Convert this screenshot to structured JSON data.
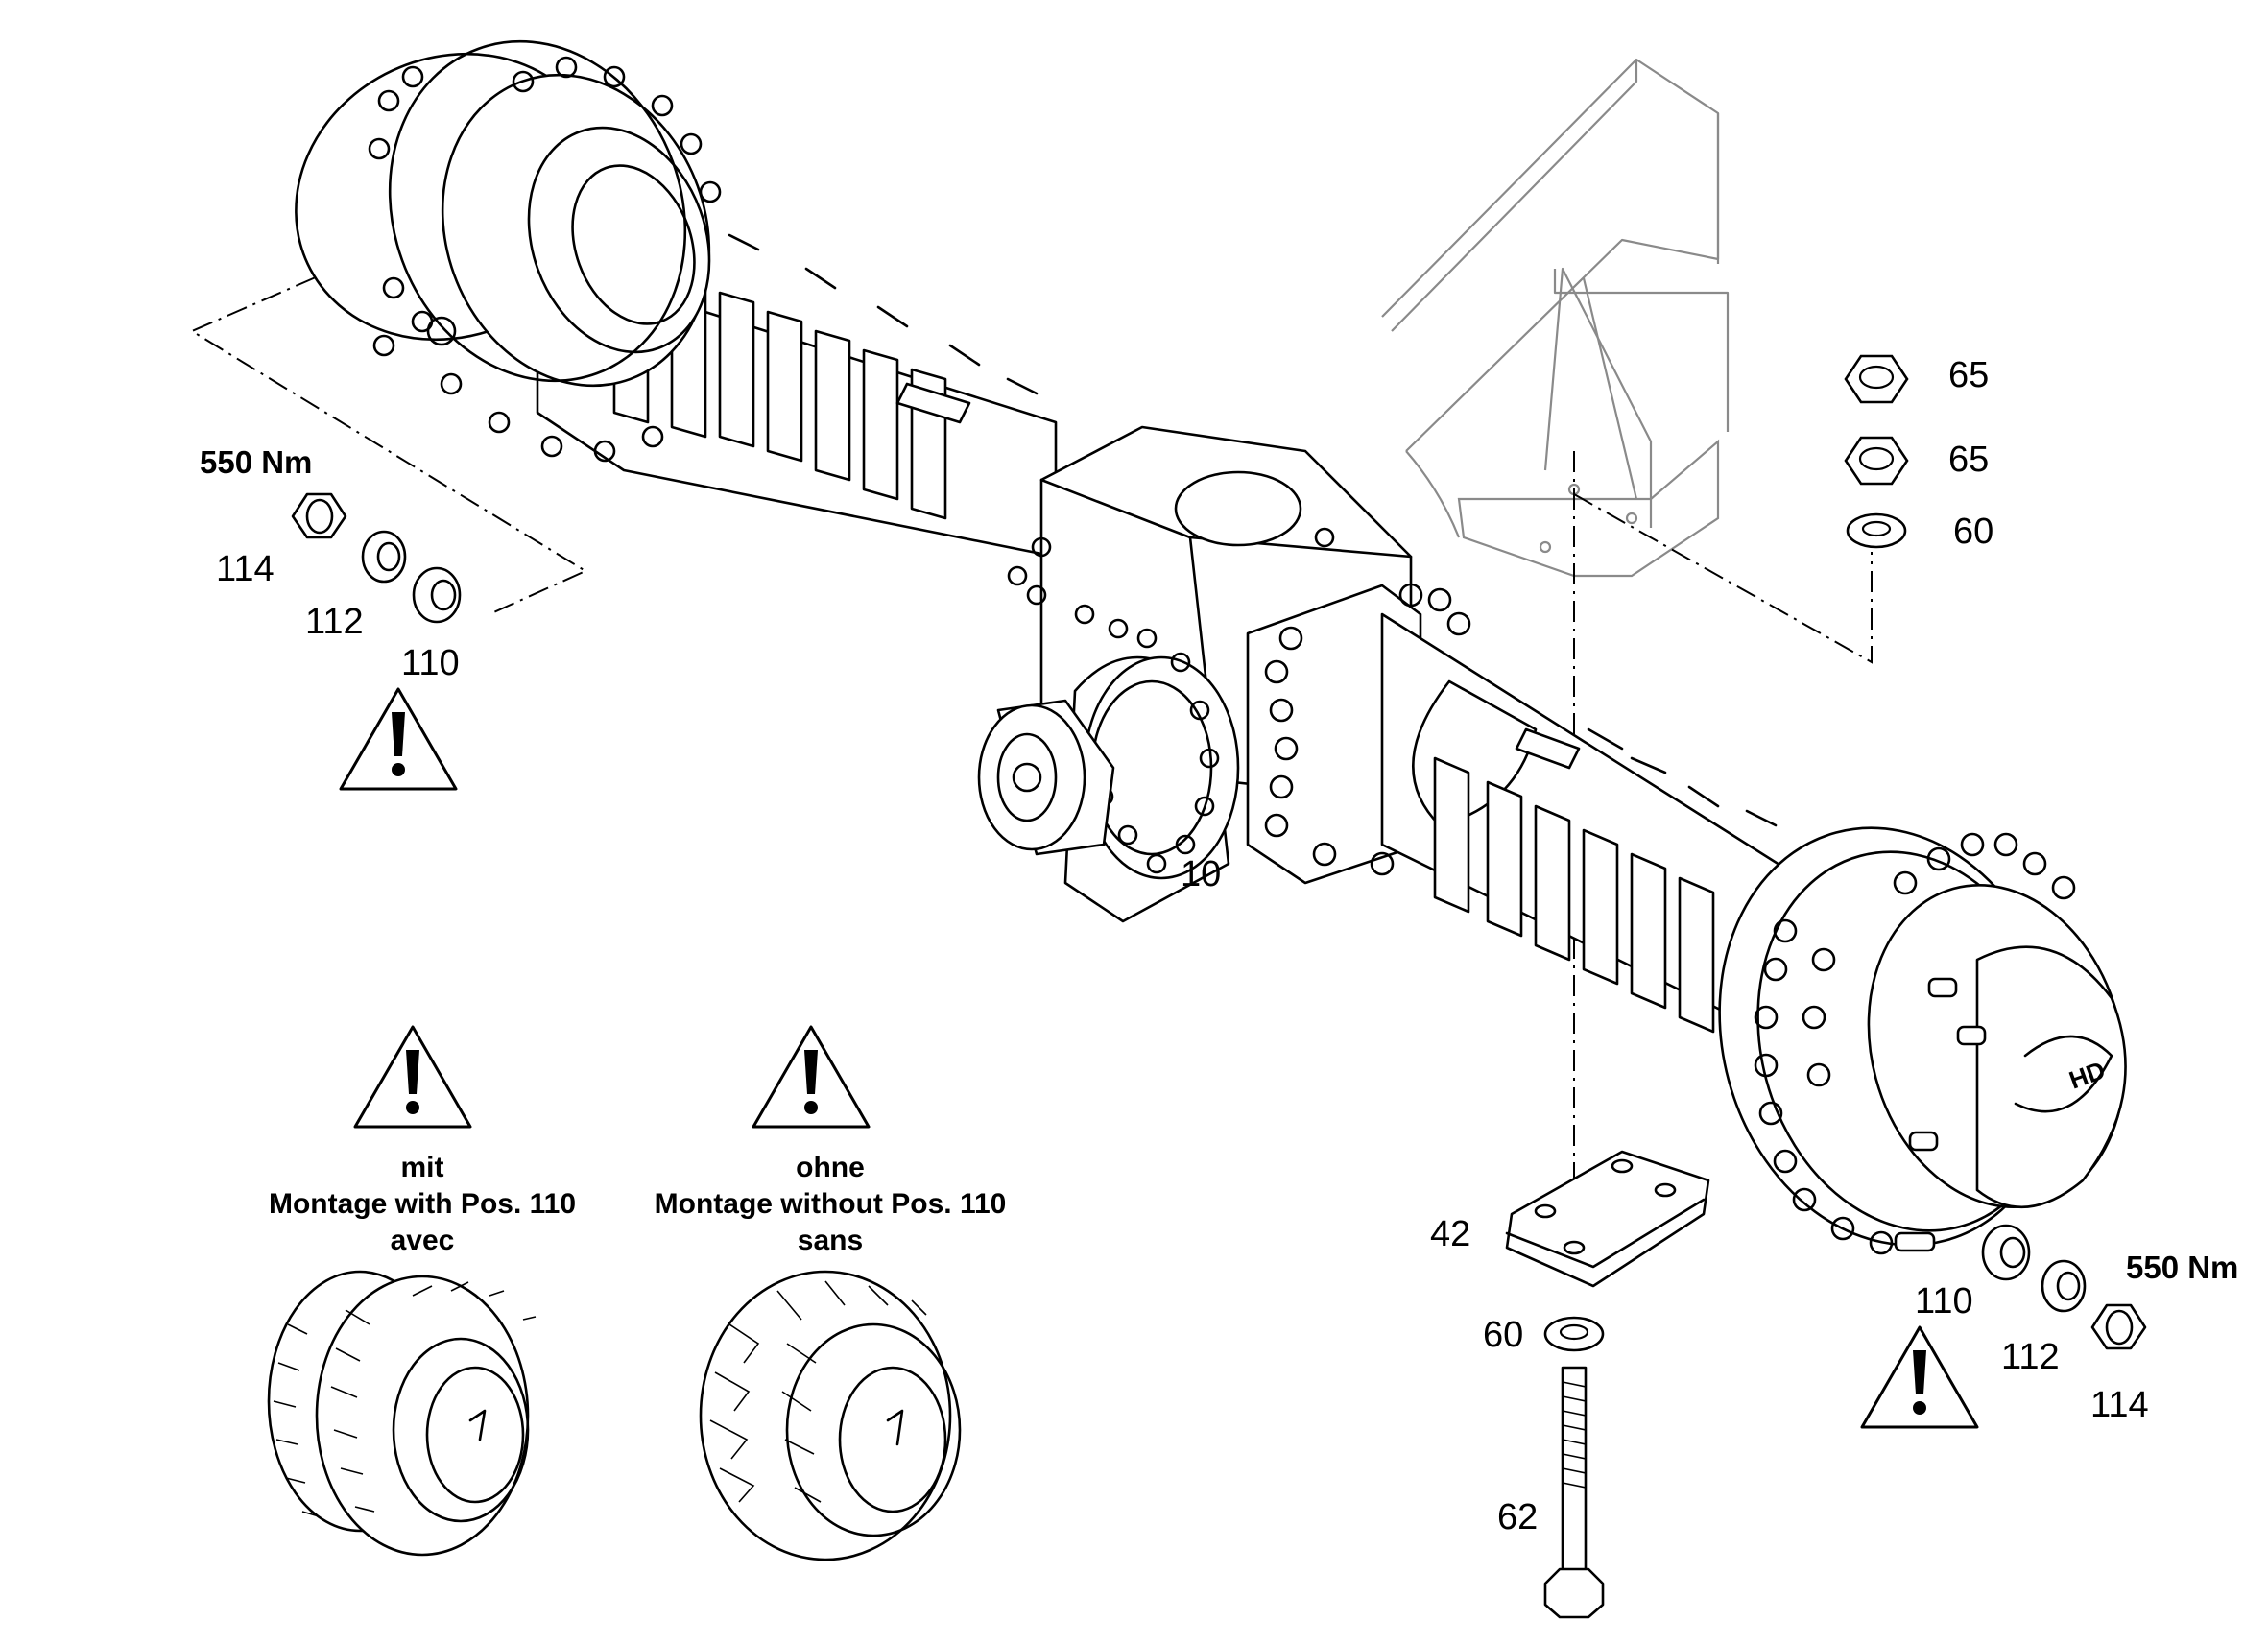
{
  "callouts": {
    "p114_left": "114",
    "p112_left": "112",
    "p110_left": "110",
    "p10": "10",
    "p65_a": "65",
    "p65_b": "65",
    "p60_top": "60",
    "p42": "42",
    "p60_bottom": "60",
    "p62": "62",
    "p110_right": "110",
    "p112_right": "112",
    "p114_right": "114"
  },
  "torque": {
    "left": "550 Nm",
    "right": "550 Nm"
  },
  "variant_with": {
    "line1": "mit",
    "line2": "Montage with Pos. 110",
    "line3": "avec"
  },
  "variant_without": {
    "line1": "ohne",
    "line2": "Montage without Pos. 110",
    "line3": "sans"
  },
  "icons": [
    "warning-triangle-icon",
    "hex-nut-icon",
    "washer-icon",
    "spacer-ring-icon",
    "hex-bolt-icon"
  ]
}
